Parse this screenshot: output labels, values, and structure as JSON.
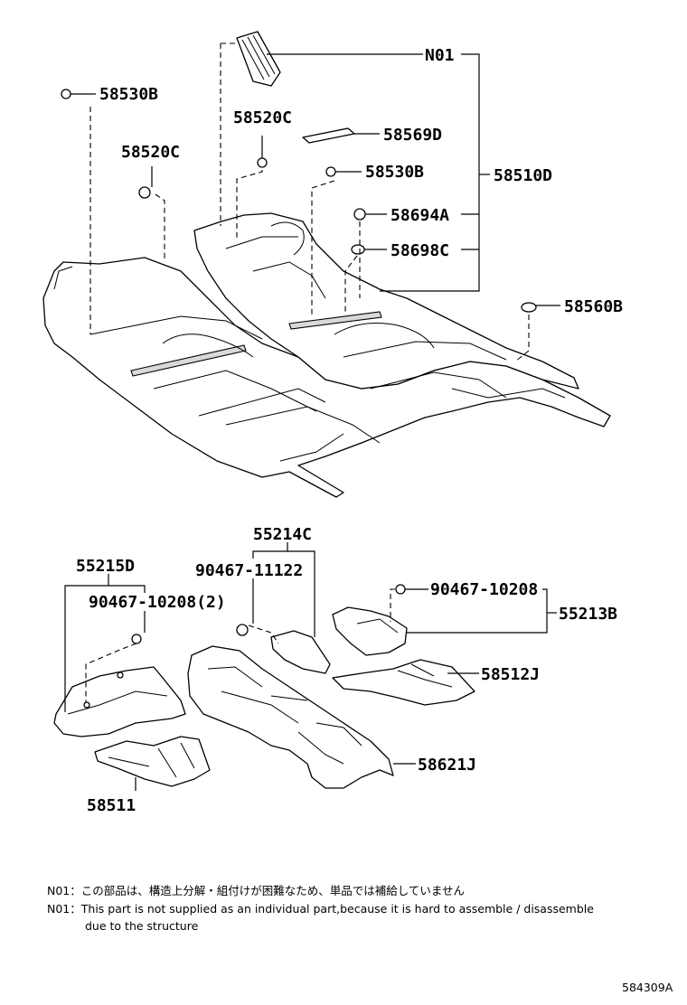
{
  "labels": {
    "n01": "N01",
    "p58530B_top": "58530B",
    "p58520C_a": "58520C",
    "p58520C_b": "58520C",
    "p58569D": "58569D",
    "p58530B_mid": "58530B",
    "p58510D": "58510D",
    "p58694A": "58694A",
    "p58698C": "58698C",
    "p58560B": "58560B",
    "p55214C": "55214C",
    "p90467_11122": "90467-11122",
    "p55215D": "55215D",
    "p90467_10208_2": "90467-10208(2)",
    "p90467_10208": "90467-10208",
    "p55213B": "55213B",
    "p58512J": "58512J",
    "p58621J": "58621J",
    "p58511": "58511"
  },
  "notes": {
    "jp": "N01：この部品は、構造上分解・組付けが困難なため、単品では補給していません",
    "en_line1": "N01：This part is not supplied as an individual part,because it is hard to assemble / disassemble",
    "en_line2": "due to the structure"
  },
  "diagram_id": "584309A"
}
